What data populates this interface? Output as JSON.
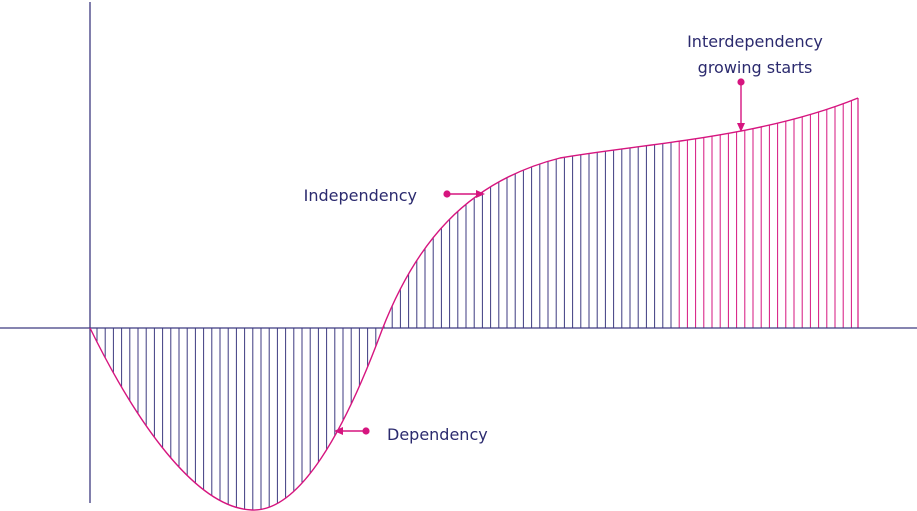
{
  "colors": {
    "background": "#ffffff",
    "axis": "#3d3a80",
    "curve": "#d6157f",
    "hatch_dark": "#3d3a80",
    "hatch_pink": "#d6157f",
    "label_text": "#2b2a6e",
    "marker": "#d6157f"
  },
  "labels": {
    "interdependency_line1": "Interdependency",
    "interdependency_line2": "growing starts",
    "independency": "Independency",
    "dependency": "Dependency"
  },
  "icons": {
    "marker": "dot-arrow-icon"
  }
}
